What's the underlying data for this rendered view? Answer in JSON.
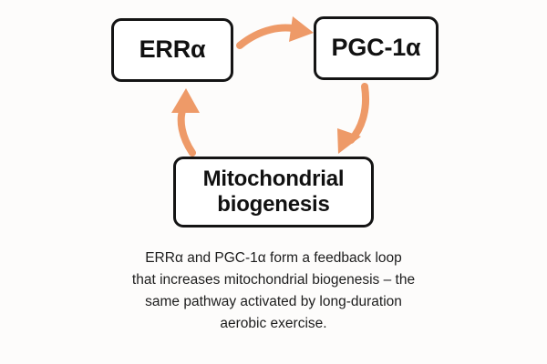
{
  "diagram": {
    "background_color": "#fdfcfb",
    "node_border_color": "#141414",
    "node_fill_color": "#ffffff",
    "arrow_color": "#ee9a68",
    "text_color": "#111111",
    "nodes": [
      {
        "id": "erra",
        "label": "ERRα"
      },
      {
        "id": "pgc",
        "label": "PGC-1α"
      },
      {
        "id": "mito",
        "label": "Mitochondrial\nbiogenesis"
      }
    ],
    "arrows": [
      {
        "id": "erra-to-pgc",
        "from": "ERRα",
        "to": "PGC-1α",
        "direction": "right"
      },
      {
        "id": "pgc-to-mito",
        "from": "PGC-1α",
        "to": "Mitochondrial biogenesis",
        "direction": "down-left"
      },
      {
        "id": "mito-to-erra",
        "from": "Mitochondrial biogenesis",
        "to": "ERRα",
        "direction": "up"
      }
    ]
  },
  "caption": {
    "lines": [
      "ERRα and PGC-1α form a feedback loop",
      "that increases mitochondrial biogenesis – the",
      "same pathway activated by long-duration",
      "aerobic exercise."
    ]
  }
}
